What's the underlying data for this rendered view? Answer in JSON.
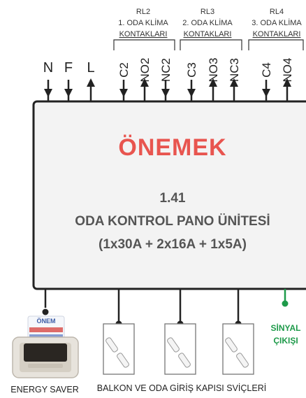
{
  "relays": [
    {
      "code": "RL2",
      "line1": "1. ODA KLİMA",
      "line2": "KONTAKLARI"
    },
    {
      "code": "RL3",
      "line1": "2. ODA KLİMA",
      "line2": "KONTAKLARI"
    },
    {
      "code": "RL4",
      "line1": "3. ODA KLİMA",
      "line2": "KONTAKLARI"
    }
  ],
  "top_terminals": [
    {
      "label": "N",
      "direction": "in"
    },
    {
      "label": "F",
      "direction": "in"
    },
    {
      "label": "L",
      "direction": "out"
    },
    {
      "label": "C2",
      "direction": "in"
    },
    {
      "label": "NO2",
      "direction": "out"
    },
    {
      "label": "NC2",
      "direction": "in"
    },
    {
      "label": "C3",
      "direction": "in"
    },
    {
      "label": "NO3",
      "direction": "out"
    },
    {
      "label": "NC3",
      "direction": "out"
    },
    {
      "label": "C4",
      "direction": "in"
    },
    {
      "label": "NO4",
      "direction": "out"
    }
  ],
  "unit": {
    "brand": "ÖNEMEK",
    "model": "1.41",
    "name": "ODA KONTROL PANO ÜNİTESİ",
    "rating": "(1x30A + 2x16A + 1x5A)"
  },
  "signal_output": {
    "line1": "SİNYAL",
    "line2": "ÇIKIŞI"
  },
  "card_text": "ÖNEM",
  "energy_saver_label": "ENERGY SAVER",
  "switches_label": "BALKON VE ODA GİRİŞ KAPISI SVİÇLERİ",
  "colors": {
    "line": "#222222",
    "text": "#555555",
    "box_fill": "#f3f3f3",
    "brand": "#e8554f",
    "signal": "#1e9a4a"
  }
}
